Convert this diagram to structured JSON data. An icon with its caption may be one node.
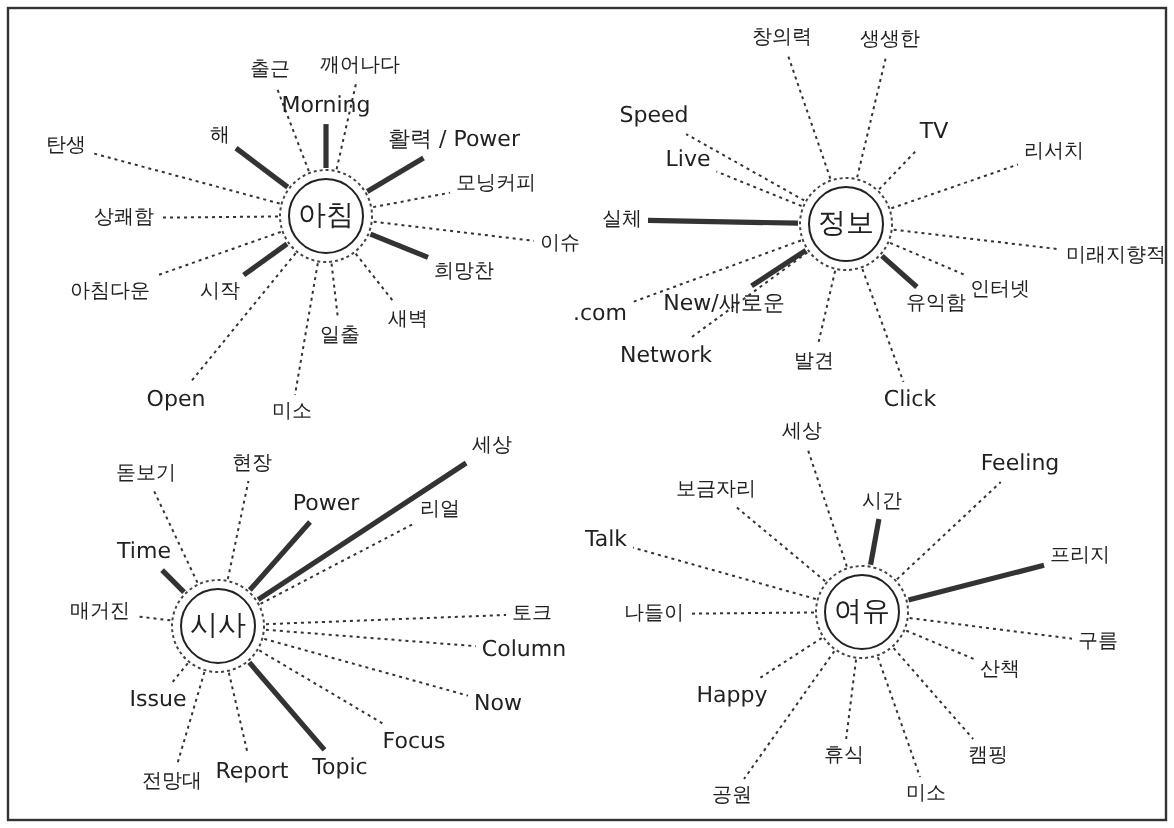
{
  "diagram": {
    "nodes": [
      {
        "text": [
          "아침"
        ]
      },
      {
        "text": [
          "출근"
        ]
      },
      {
        "text": [
          "깨어나다"
        ]
      },
      {
        "text": [
          "Morning"
        ]
      },
      {
        "text": [
          "탄생"
        ]
      },
      {
        "text": [
          "해"
        ]
      },
      {
        "text": [
          "활력 / Power"
        ]
      },
      {
        "text": [
          "모닝커피"
        ]
      },
      {
        "text": [
          "상쾌함"
        ]
      },
      {
        "text": [
          "이슈"
        ]
      },
      {
        "text": [
          "희망찬"
        ]
      },
      {
        "text": [
          "아침다운"
        ]
      },
      {
        "text": [
          "시작"
        ]
      },
      {
        "text": [
          "새벽"
        ]
      },
      {
        "text": [
          "일출"
        ]
      },
      {
        "text": [
          "Open"
        ]
      },
      {
        "text": [
          "미소"
        ]
      },
      {
        "text": [
          "정보"
        ]
      },
      {
        "text": [
          "창의력"
        ]
      },
      {
        "text": [
          "생생한"
        ]
      },
      {
        "text": [
          "Speed"
        ]
      },
      {
        "text": [
          "TV"
        ]
      },
      {
        "text": [
          "리서치"
        ]
      },
      {
        "text": [
          "Live"
        ]
      },
      {
        "text": [
          "실체"
        ]
      },
      {
        "text": [
          "미래지향적"
        ]
      },
      {
        "text": [
          "인터넷"
        ]
      },
      {
        "text": [
          "New/새로운"
        ]
      },
      {
        "text": [
          ".com"
        ]
      },
      {
        "text": [
          "유익함"
        ]
      },
      {
        "text": [
          "Network"
        ]
      },
      {
        "text": [
          "발견"
        ]
      },
      {
        "text": [
          "Click"
        ]
      },
      {
        "text": [
          "시사"
        ]
      },
      {
        "text": [
          "돋보기"
        ]
      },
      {
        "text": [
          "현장"
        ]
      },
      {
        "text": [
          "Power"
        ]
      },
      {
        "text": [
          "세상"
        ]
      },
      {
        "text": [
          "리얼"
        ]
      },
      {
        "text": [
          "Time"
        ]
      },
      {
        "text": [
          "매거진"
        ]
      },
      {
        "text": [
          "토크"
        ]
      },
      {
        "text": [
          "Column"
        ]
      },
      {
        "text": [
          "Issue"
        ]
      },
      {
        "text": [
          "Now"
        ]
      },
      {
        "text": [
          "Focus"
        ]
      },
      {
        "text": [
          "Topic"
        ]
      },
      {
        "text": [
          "전망대"
        ]
      },
      {
        "text": [
          "Report"
        ]
      },
      {
        "text": [
          "여유"
        ]
      },
      {
        "text": [
          "세상"
        ]
      },
      {
        "text": [
          "보금자리"
        ]
      },
      {
        "text": [
          "시간"
        ]
      },
      {
        "text": [
          "Feeling"
        ]
      },
      {
        "text": [
          "Talk"
        ]
      },
      {
        "text": [
          "프리지"
        ]
      },
      {
        "text": [
          "나들이"
        ]
      },
      {
        "text": [
          "구름"
        ]
      },
      {
        "text": [
          "산책"
        ]
      },
      {
        "text": [
          "Happy"
        ]
      },
      {
        "text": [
          "휴식"
        ]
      },
      {
        "text": [
          "캠핑"
        ]
      },
      {
        "text": [
          "공원"
        ]
      },
      {
        "text": [
          "미소"
        ]
      }
    ],
    "edges": [
      {
        "from": 0,
        "to": 1,
        "arrow": "none",
        "style": "dashed"
      },
      {
        "from": 0,
        "to": 2,
        "arrow": "none",
        "style": "dashed"
      },
      {
        "from": 0,
        "to": 3,
        "arrow": "none",
        "style": "thick"
      },
      {
        "from": 0,
        "to": 4,
        "arrow": "none",
        "style": "dashed"
      },
      {
        "from": 0,
        "to": 5,
        "arrow": "none",
        "style": "thick"
      },
      {
        "from": 0,
        "to": 6,
        "arrow": "none",
        "style": "thick"
      },
      {
        "from": 0,
        "to": 7,
        "arrow": "none",
        "style": "dashed"
      },
      {
        "from": 0,
        "to": 8,
        "arrow": "none",
        "style": "dashed"
      },
      {
        "from": 0,
        "to": 9,
        "arrow": "none",
        "style": "dashed"
      },
      {
        "from": 0,
        "to": 10,
        "arrow": "none",
        "style": "thick"
      },
      {
        "from": 0,
        "to": 11,
        "arrow": "none",
        "style": "dashed"
      },
      {
        "from": 0,
        "to": 12,
        "arrow": "none",
        "style": "thick"
      },
      {
        "from": 0,
        "to": 13,
        "arrow": "none",
        "style": "dashed"
      },
      {
        "from": 0,
        "to": 14,
        "arrow": "none",
        "style": "dashed"
      },
      {
        "from": 0,
        "to": 15,
        "arrow": "none",
        "style": "dashed"
      },
      {
        "from": 0,
        "to": 16,
        "arrow": "none",
        "style": "dashed"
      },
      {
        "from": 17,
        "to": 18,
        "arrow": "none",
        "style": "dashed"
      },
      {
        "from": 17,
        "to": 19,
        "arrow": "none",
        "style": "dashed"
      },
      {
        "from": 17,
        "to": 20,
        "arrow": "none",
        "style": "dashed"
      },
      {
        "from": 17,
        "to": 21,
        "arrow": "none",
        "style": "dashed"
      },
      {
        "from": 17,
        "to": 22,
        "arrow": "none",
        "style": "dashed"
      },
      {
        "from": 17,
        "to": 23,
        "arrow": "none",
        "style": "dashed"
      },
      {
        "from": 17,
        "to": 24,
        "arrow": "none",
        "style": "thick"
      },
      {
        "from": 17,
        "to": 25,
        "arrow": "none",
        "style": "dashed"
      },
      {
        "from": 17,
        "to": 26,
        "arrow": "none",
        "style": "dashed"
      },
      {
        "from": 17,
        "to": 27,
        "arrow": "none",
        "style": "thick"
      },
      {
        "from": 17,
        "to": 28,
        "arrow": "none",
        "style": "dashed"
      },
      {
        "from": 17,
        "to": 29,
        "arrow": "none",
        "style": "thick"
      },
      {
        "from": 17,
        "to": 30,
        "arrow": "none",
        "style": "dashed"
      },
      {
        "from": 17,
        "to": 31,
        "arrow": "none",
        "style": "dashed"
      },
      {
        "from": 17,
        "to": 32,
        "arrow": "none",
        "style": "dashed"
      },
      {
        "from": 33,
        "to": 34,
        "arrow": "none",
        "style": "dashed"
      },
      {
        "from": 33,
        "to": 35,
        "arrow": "none",
        "style": "dashed"
      },
      {
        "from": 33,
        "to": 36,
        "arrow": "none",
        "style": "thick"
      },
      {
        "from": 33,
        "to": 37,
        "arrow": "none",
        "style": "thick"
      },
      {
        "from": 33,
        "to": 38,
        "arrow": "none",
        "style": "dashed"
      },
      {
        "from": 33,
        "to": 39,
        "arrow": "none",
        "style": "thick"
      },
      {
        "from": 33,
        "to": 40,
        "arrow": "none",
        "style": "dashed"
      },
      {
        "from": 33,
        "to": 41,
        "arrow": "none",
        "style": "dashed"
      },
      {
        "from": 33,
        "to": 42,
        "arrow": "none",
        "style": "dashed"
      },
      {
        "from": 33,
        "to": 43,
        "arrow": "none",
        "style": "dashed"
      },
      {
        "from": 33,
        "to": 44,
        "arrow": "none",
        "style": "dashed"
      },
      {
        "from": 33,
        "to": 45,
        "arrow": "none",
        "style": "dashed"
      },
      {
        "from": 33,
        "to": 46,
        "arrow": "none",
        "style": "thick"
      },
      {
        "from": 33,
        "to": 47,
        "arrow": "none",
        "style": "dashed"
      },
      {
        "from": 33,
        "to": 48,
        "arrow": "none",
        "style": "dashed"
      },
      {
        "from": 49,
        "to": 50,
        "arrow": "none",
        "style": "dashed"
      },
      {
        "from": 49,
        "to": 51,
        "arrow": "none",
        "style": "dashed"
      },
      {
        "from": 49,
        "to": 52,
        "arrow": "none",
        "style": "thick"
      },
      {
        "from": 49,
        "to": 53,
        "arrow": "none",
        "style": "dashed"
      },
      {
        "from": 49,
        "to": 54,
        "arrow": "none",
        "style": "dashed"
      },
      {
        "from": 49,
        "to": 55,
        "arrow": "none",
        "style": "thick"
      },
      {
        "from": 49,
        "to": 56,
        "arrow": "none",
        "style": "dashed"
      },
      {
        "from": 49,
        "to": 57,
        "arrow": "none",
        "style": "dashed"
      },
      {
        "from": 49,
        "to": 58,
        "arrow": "none",
        "style": "dashed"
      },
      {
        "from": 49,
        "to": 59,
        "arrow": "none",
        "style": "dashed"
      },
      {
        "from": 49,
        "to": 60,
        "arrow": "none",
        "style": "dashed"
      },
      {
        "from": 49,
        "to": 61,
        "arrow": "none",
        "style": "dashed"
      },
      {
        "from": 49,
        "to": 62,
        "arrow": "none",
        "style": "dashed"
      },
      {
        "from": 49,
        "to": 63,
        "arrow": "none",
        "style": "dashed"
      }
    ]
  }
}
